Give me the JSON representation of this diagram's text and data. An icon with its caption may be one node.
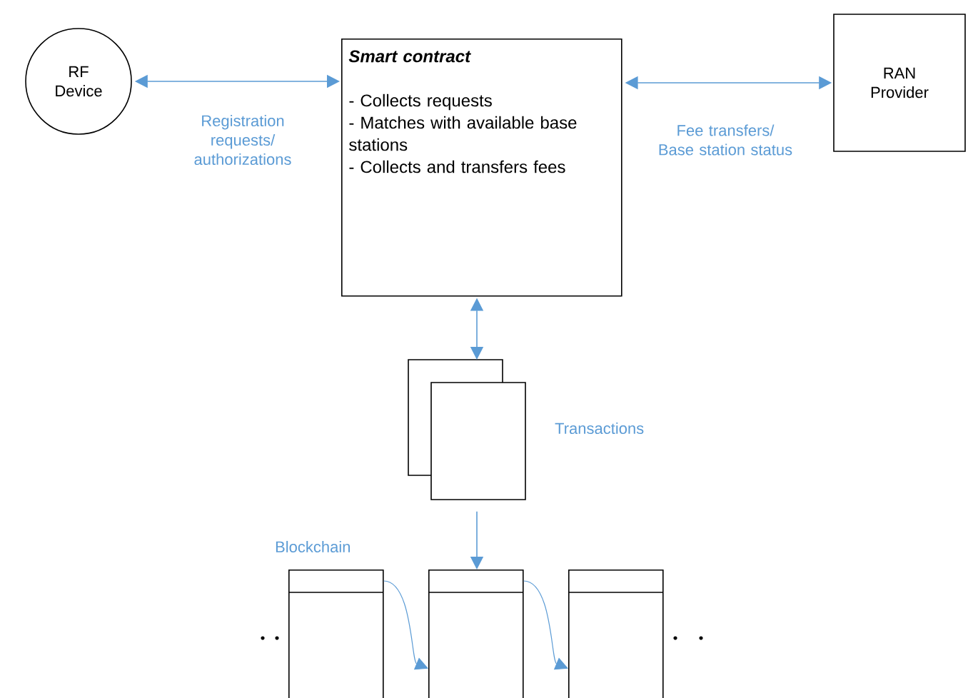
{
  "diagram": {
    "nodes": [
      {
        "text": [
          "RF Device"
        ]
      },
      {
        "text": [
          "Smart contract",
          "- Collects requests",
          "- Matches with available base stations",
          "- Collects and transfers fees"
        ]
      },
      {
        "text": [
          "RAN Provider"
        ]
      },
      {
        "text": [],
        "shape": "box",
        "beside": [
          "Transactions"
        ]
      },
      {
        "text": [],
        "shape": "box"
      },
      {
        "text": [],
        "shape": "box"
      },
      {
        "text": [],
        "shape": "box"
      }
    ],
    "edges": [
      {
        "from": 0,
        "to": 1,
        "arrow": "both",
        "label": "Registration requests/ authorizations"
      },
      {
        "from": 1,
        "to": 2,
        "arrow": "both",
        "label": "Fee transfers/ Base station status"
      },
      {
        "from": 1,
        "to": 3,
        "arrow": "both"
      },
      {
        "from": 3,
        "to": 5,
        "arrow": "to"
      },
      {
        "from": 4,
        "to": 5,
        "arrow": "to"
      },
      {
        "from": 5,
        "to": 6,
        "arrow": "to"
      }
    ],
    "labels": [
      "Blockchain"
    ]
  }
}
